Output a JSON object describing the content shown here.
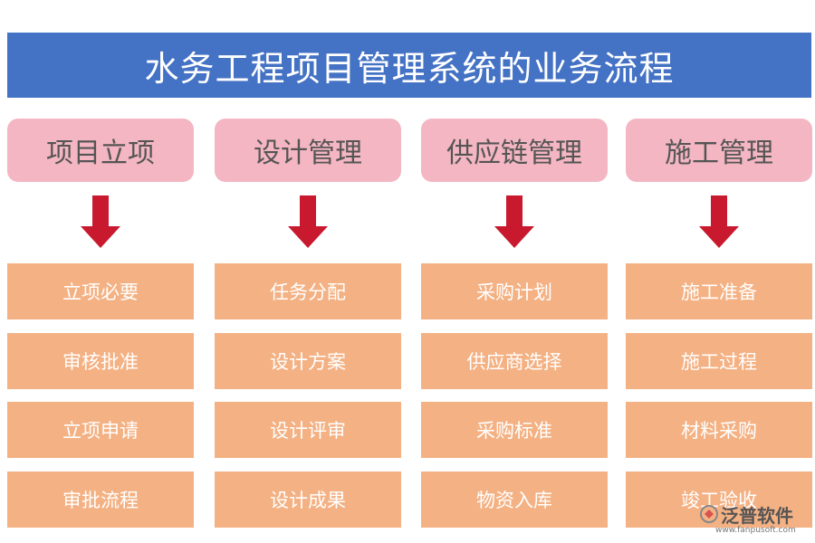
{
  "title": "水务工程项目管理系统的业务流程",
  "colors": {
    "title_bg": "#4472C4",
    "header_bg": "#F4B6C2",
    "step_bg": "#F4B183",
    "arrow": "#C9192E"
  },
  "columns": [
    {
      "header": "项目立项",
      "steps": [
        "立项必要",
        "审核批准",
        "立项申请",
        "审批流程"
      ]
    },
    {
      "header": "设计管理",
      "steps": [
        "任务分配",
        "设计方案",
        "设计评审",
        "设计成果"
      ]
    },
    {
      "header": "供应链管理",
      "steps": [
        "采购计划",
        "供应商选择",
        "采购标准",
        "物资入库"
      ]
    },
    {
      "header": "施工管理",
      "steps": [
        "施工准备",
        "施工过程",
        "材料采购",
        "竣工验收"
      ]
    }
  ],
  "watermark": {
    "text": "泛普软件",
    "url": "www.fanpusoft.com"
  }
}
